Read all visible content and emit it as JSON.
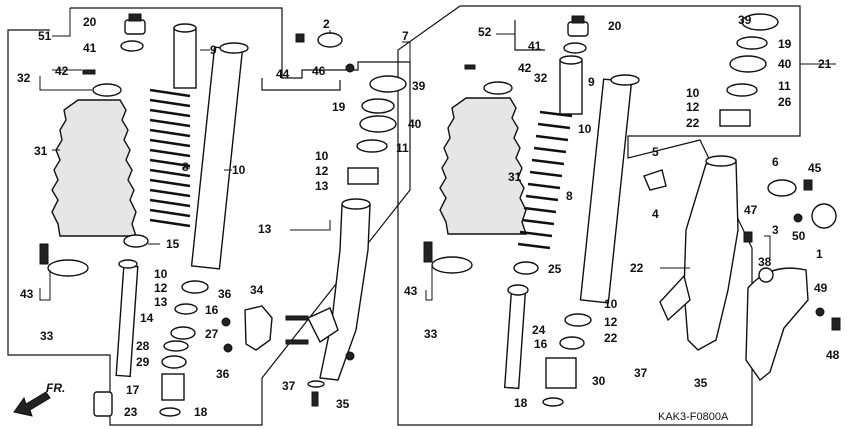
{
  "diagram": {
    "drawing_code": "KAK3-F0800A",
    "direction_label": "FR.",
    "callouts": {
      "c1": "1",
      "c2": "2",
      "c3": "3",
      "c4": "4",
      "c5": "5",
      "c6": "6",
      "c7": "7",
      "c8": "8",
      "c9": "9",
      "c10": "10",
      "c11": "11",
      "c12": "12",
      "c13": "13",
      "c14": "14",
      "c15": "15",
      "c16": "16",
      "c17": "17",
      "c18": "18",
      "c19": "19",
      "c20": "20",
      "c21": "21",
      "c22": "22",
      "c23": "23",
      "c24": "24",
      "c25": "25",
      "c26": "26",
      "c27": "27",
      "c28": "28",
      "c29": "29",
      "c30": "30",
      "c31": "31",
      "c32": "32",
      "c33": "33",
      "c34": "34",
      "c35": "35",
      "c36": "36",
      "c37": "37",
      "c38": "38",
      "c39": "39",
      "c40": "40",
      "c41": "41",
      "c42": "42",
      "c43": "43",
      "c44": "44",
      "c45": "45",
      "c46": "46",
      "c47": "47",
      "c48": "48",
      "c49": "49",
      "c50": "50",
      "c51": "51",
      "c52": "52"
    }
  }
}
